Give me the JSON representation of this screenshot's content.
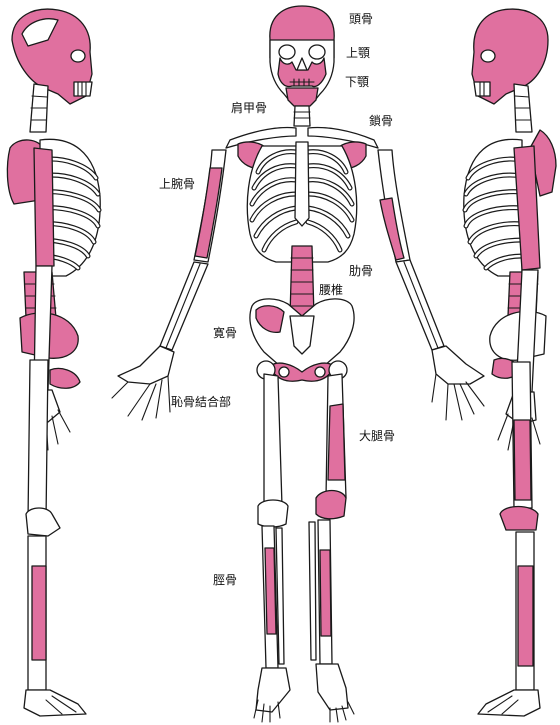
{
  "colors": {
    "highlight": "#e0709f",
    "outline": "#1a1a1a",
    "bone_fill": "#ffffff"
  },
  "labels": {
    "skull": "頭骨",
    "maxilla": "上顎",
    "mandible": "下顎",
    "scapula": "肩甲骨",
    "clavicle": "鎖骨",
    "humerus": "上腕骨",
    "rib": "肋骨",
    "lumbar": "腰椎",
    "hip": "寛骨",
    "pubic_symphysis": "恥骨結合部",
    "femur": "大腿骨",
    "tibia": "脛骨"
  }
}
